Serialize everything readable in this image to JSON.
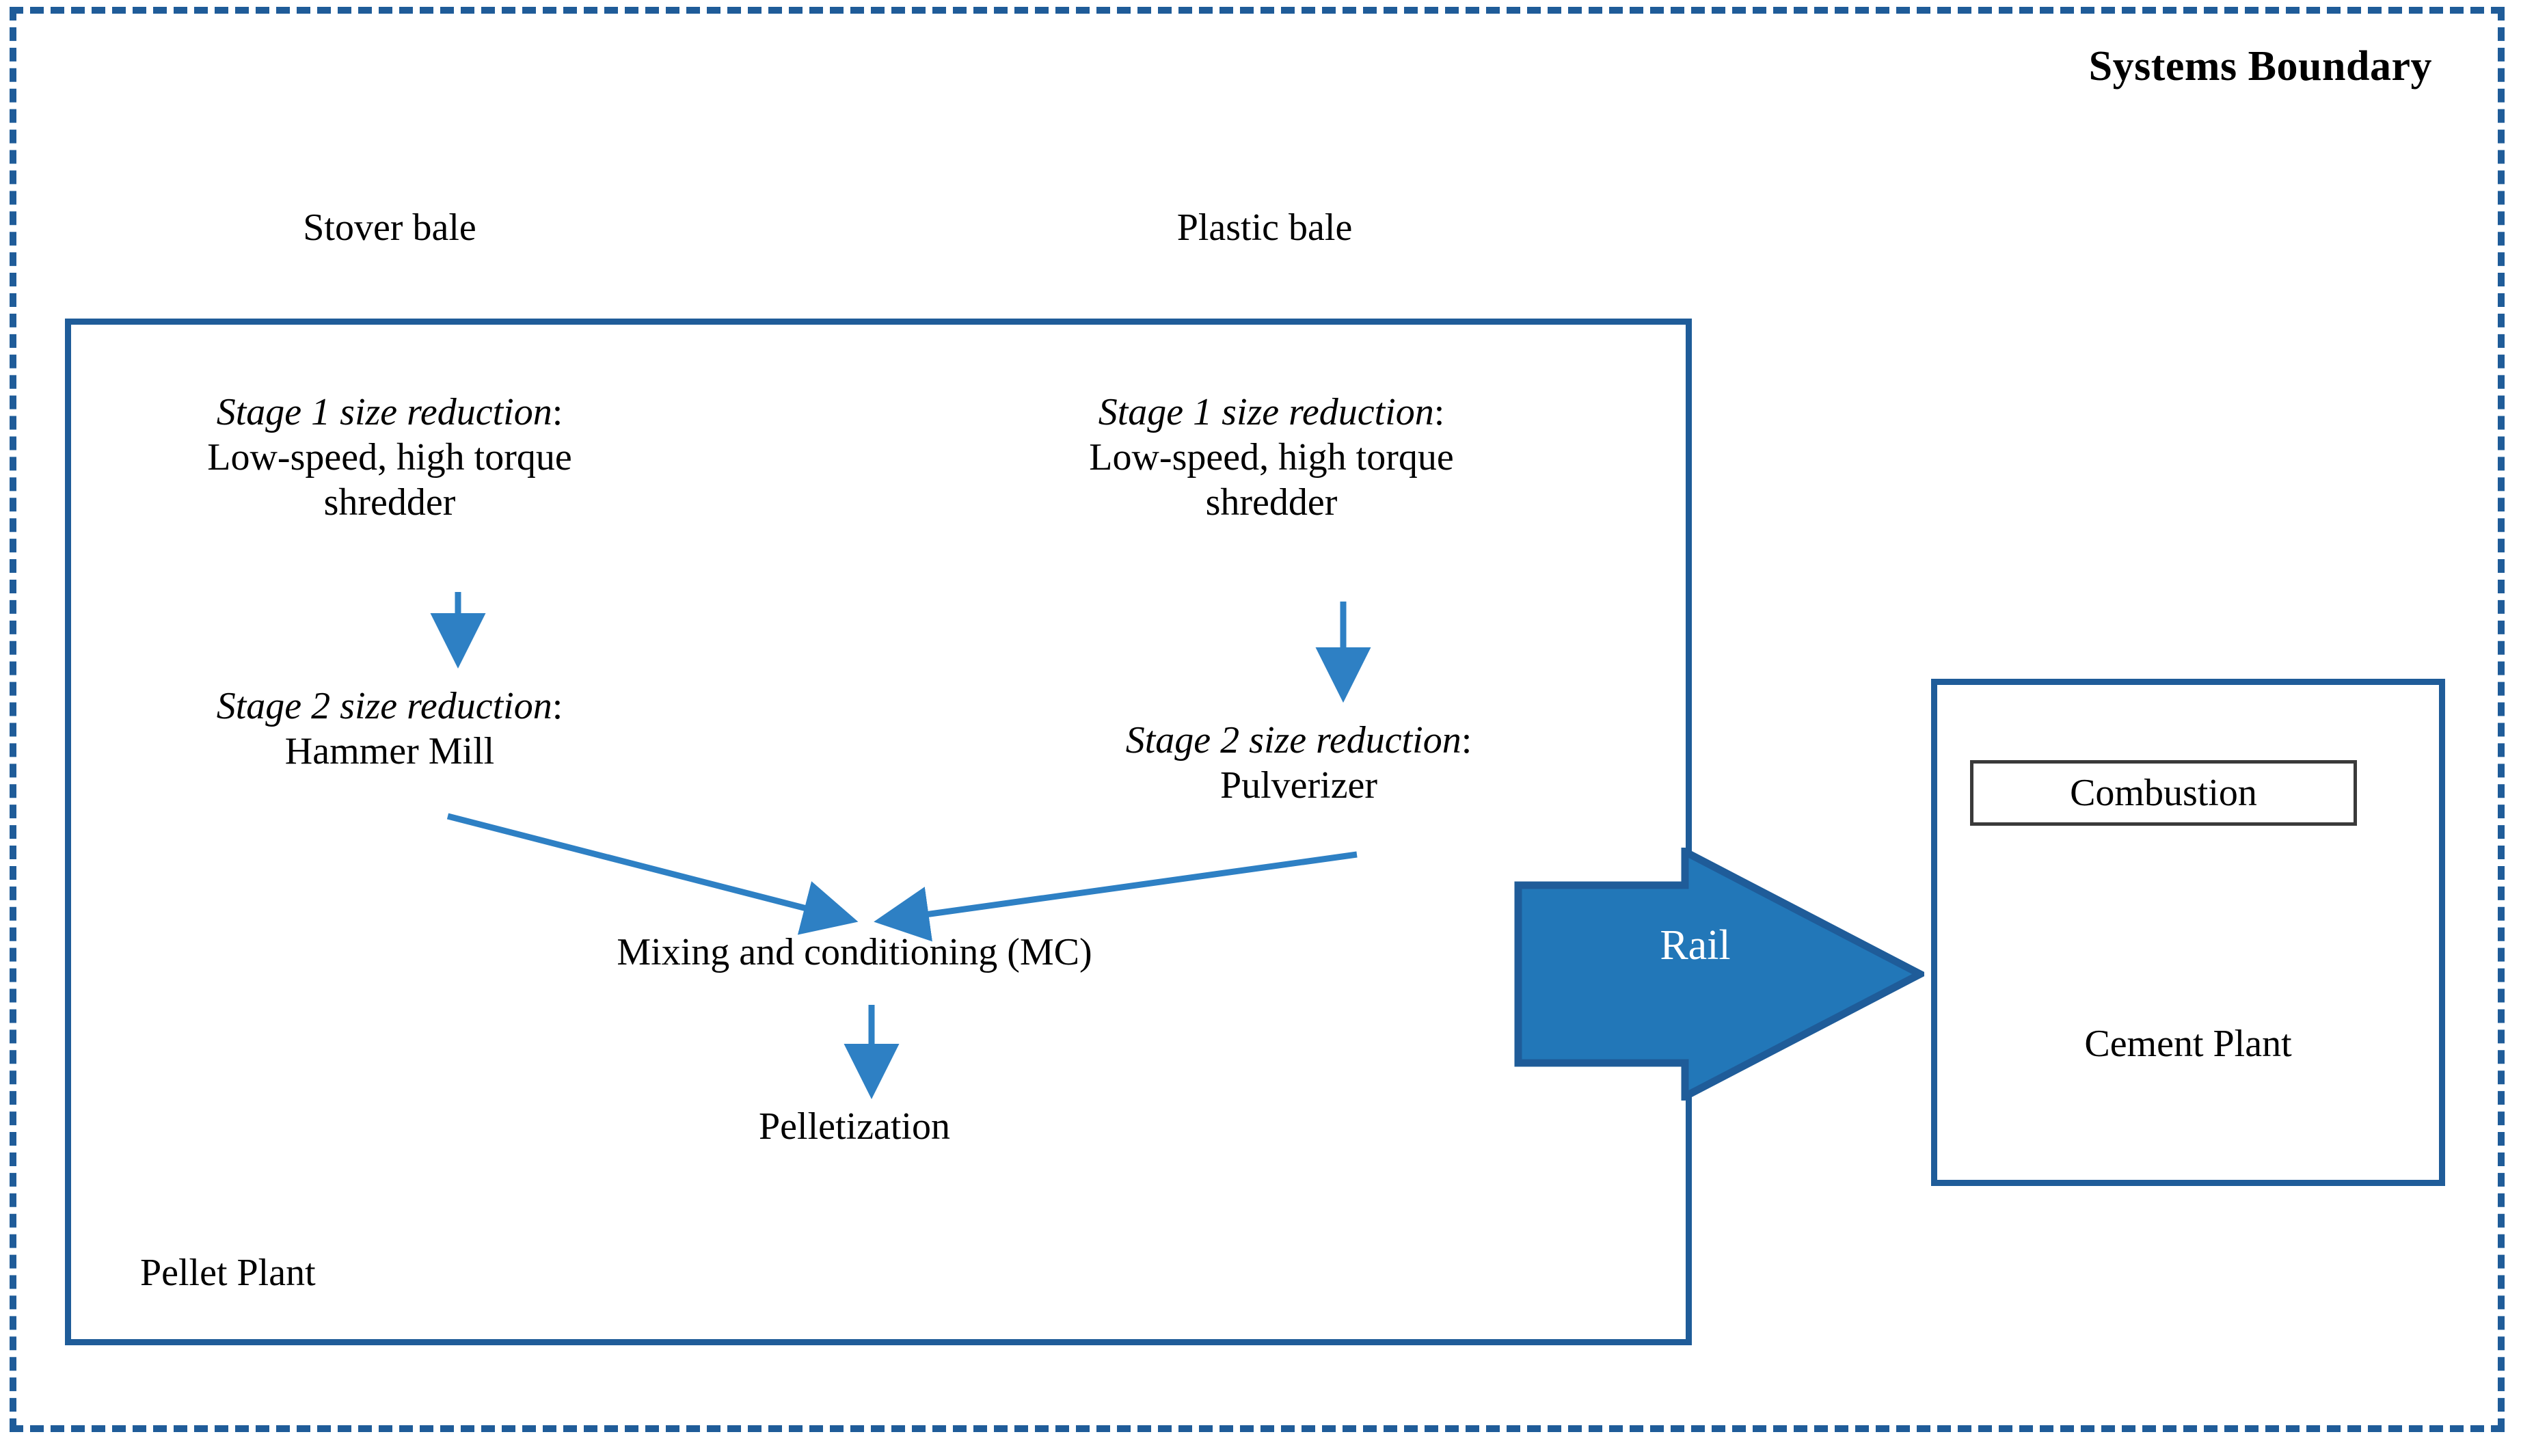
{
  "boundary": {
    "label": "Systems Boundary",
    "border_color": "#1F5C99",
    "style": "dashed"
  },
  "pellet_plant": {
    "label": "Pellet Plant",
    "border_color": "#1F5C99",
    "inputs": [
      {
        "label": "Stover bale"
      },
      {
        "label": "Plastic bale"
      }
    ],
    "stover_line": {
      "stage1": {
        "title": "Stage 1 size reduction",
        "colon": ":",
        "detail_line1": "Low-speed, high torque",
        "detail_line2": "shredder"
      },
      "stage2": {
        "title": "Stage 2 size reduction",
        "colon": ":",
        "detail_line1": "Hammer  Mill"
      }
    },
    "plastic_line": {
      "stage1": {
        "title": "Stage 1 size reduction",
        "colon": ":",
        "detail_line1": "Low-speed, high torque",
        "detail_line2": "shredder"
      },
      "stage2": {
        "title": "Stage 2 size reduction",
        "colon": ":",
        "detail_line1": "Pulverizer"
      }
    },
    "mixing": {
      "label": "Mixing and conditioning (MC)"
    },
    "pelletization": {
      "label": "Pelletization"
    }
  },
  "transport": {
    "label": "Rail",
    "arrow_fill": "#2277B8",
    "arrow_stroke": "#1F5C99",
    "text_color": "#FFFFFF"
  },
  "cement_plant": {
    "label": "Cement Plant",
    "border_color": "#1F5C99",
    "combustion": {
      "label": "Combustion",
      "border_color": "#3A3A3A"
    }
  },
  "connectors": {
    "color": "#2E80C4",
    "items": [
      {
        "name": "stover-stage1-to-stage2",
        "type": "vertical-arrow"
      },
      {
        "name": "plastic-stage1-to-stage2",
        "type": "vertical-arrow"
      },
      {
        "name": "hammer-mill-to-mixing",
        "type": "diagonal-arrow"
      },
      {
        "name": "pulverizer-to-mixing",
        "type": "diagonal-arrow"
      },
      {
        "name": "mixing-to-pelletization",
        "type": "vertical-arrow"
      }
    ]
  }
}
